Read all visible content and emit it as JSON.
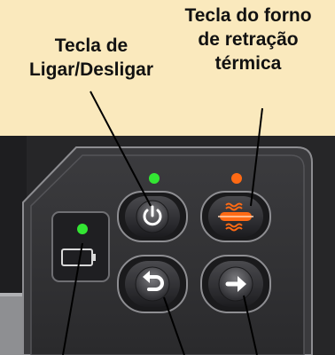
{
  "annotations": {
    "power_key": {
      "lines": [
        "Tecla de",
        "Ligar/Desligar"
      ]
    },
    "heat_oven_key": {
      "lines": [
        "Tecla do forno",
        "de retração",
        "térmica"
      ]
    }
  },
  "keypad": {
    "keys": [
      {
        "name": "power-button",
        "icon": "power-icon"
      },
      {
        "name": "heat-oven-button",
        "icon": "heater-icon"
      },
      {
        "name": "return-button",
        "icon": "return-arrow-icon"
      },
      {
        "name": "enter-button",
        "icon": "right-arrow-icon"
      }
    ],
    "battery": {
      "icon": "battery-icon"
    },
    "indicators": {
      "power_led": "#33e633",
      "heater_led": "#ff6a14",
      "battery_led": "#33e633"
    }
  },
  "colors": {
    "background": "#fae9bd",
    "panel": "#333336",
    "button_face": "#2a2a2d",
    "heater_accent": "#ff6a14"
  }
}
